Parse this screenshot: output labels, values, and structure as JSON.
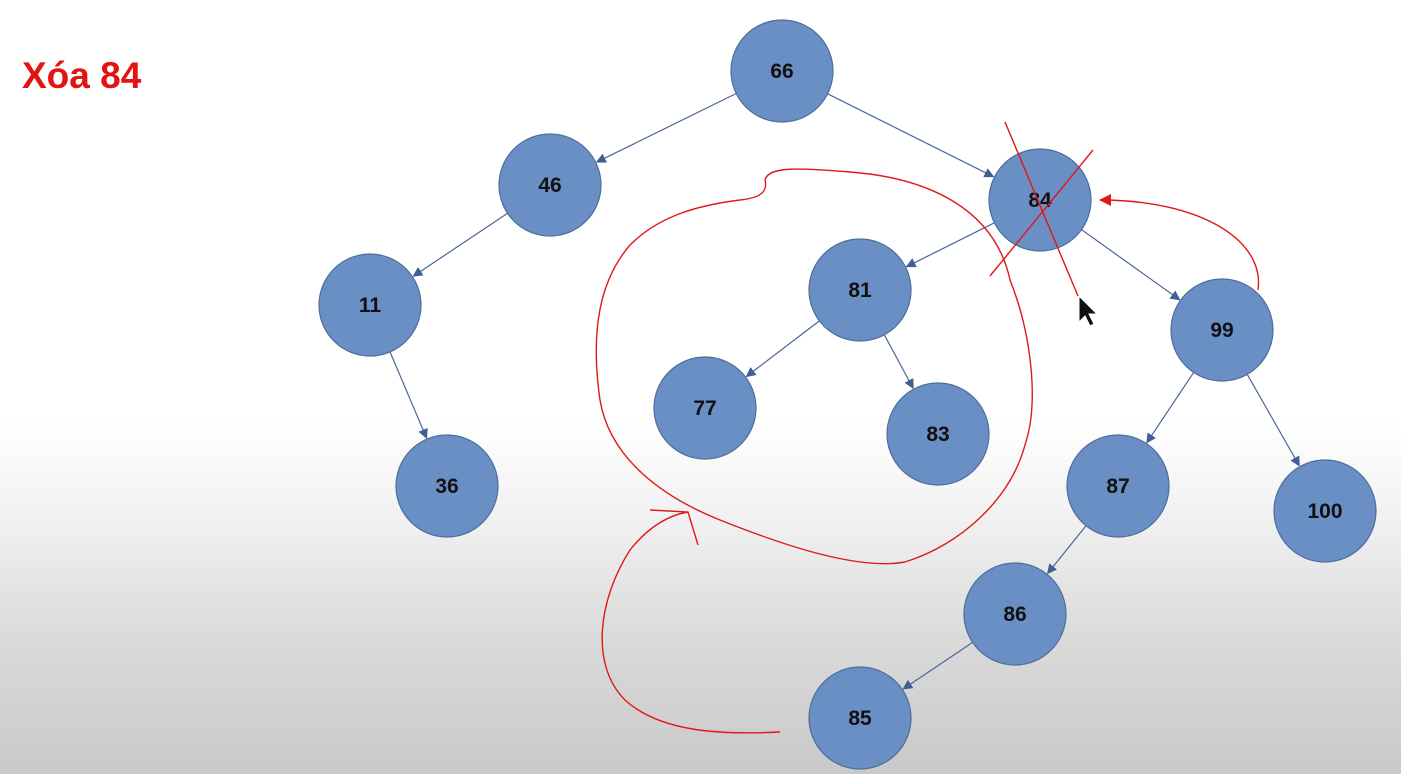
{
  "title": "Xóa 84",
  "colors": {
    "title": "#e3130f",
    "node_fill": "#6a8fc5",
    "node_stroke": "#4e6d9c",
    "edge": "#4a6796",
    "annotation": "#e01818"
  },
  "tree": {
    "root": "66",
    "deleted_node": "84",
    "nodes": [
      "66",
      "46",
      "84",
      "11",
      "36",
      "81",
      "77",
      "83",
      "99",
      "87",
      "100",
      "86",
      "85"
    ],
    "edges": [
      {
        "from": "66",
        "to": "46"
      },
      {
        "from": "66",
        "to": "84"
      },
      {
        "from": "46",
        "to": "11"
      },
      {
        "from": "11",
        "to": "36"
      },
      {
        "from": "84",
        "to": "81"
      },
      {
        "from": "84",
        "to": "99"
      },
      {
        "from": "81",
        "to": "77"
      },
      {
        "from": "81",
        "to": "83"
      },
      {
        "from": "99",
        "to": "87"
      },
      {
        "from": "99",
        "to": "100"
      },
      {
        "from": "87",
        "to": "86"
      },
      {
        "from": "86",
        "to": "85"
      }
    ]
  },
  "annotations": {
    "cross_out": "84",
    "circled_subtree": "81",
    "arrow_to_subtree_from": "85",
    "arrow_to_node": {
      "from": "99",
      "to": "84"
    }
  },
  "icons": {
    "cursor": "mouse-pointer-icon"
  }
}
